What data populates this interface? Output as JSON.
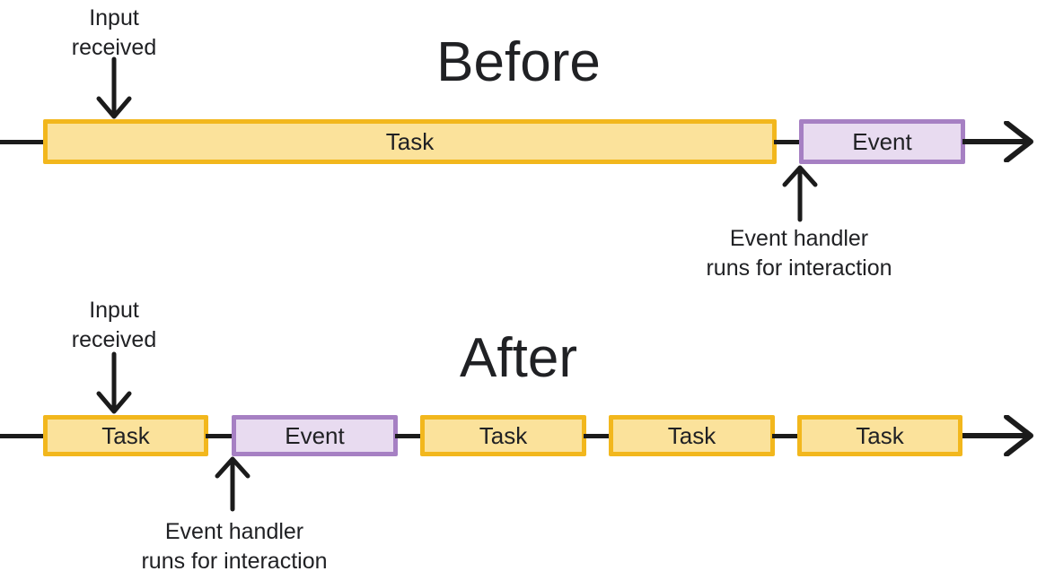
{
  "colors": {
    "task-fill": "#FBE29B",
    "task-border": "#F2B71D",
    "event-fill": "#E8DBF0",
    "event-border": "#A680C3",
    "line": "#1B1B1B",
    "text": "#202124",
    "background": "#FFFFFF"
  },
  "before": {
    "title": "Before",
    "input_label": {
      "lines": [
        "Input",
        "received"
      ]
    },
    "handler_label": {
      "lines": [
        "Event handler",
        "runs for interaction"
      ]
    },
    "bars": [
      {
        "type": "task",
        "label": "Task"
      },
      {
        "type": "event",
        "label": "Event"
      }
    ]
  },
  "after": {
    "title": "After",
    "input_label": {
      "lines": [
        "Input",
        "received"
      ]
    },
    "handler_label": {
      "lines": [
        "Event handler",
        "runs for interaction"
      ]
    },
    "bars": [
      {
        "type": "task",
        "label": "Task"
      },
      {
        "type": "event",
        "label": "Event"
      },
      {
        "type": "task",
        "label": "Task"
      },
      {
        "type": "task",
        "label": "Task"
      },
      {
        "type": "task",
        "label": "Task"
      }
    ]
  }
}
